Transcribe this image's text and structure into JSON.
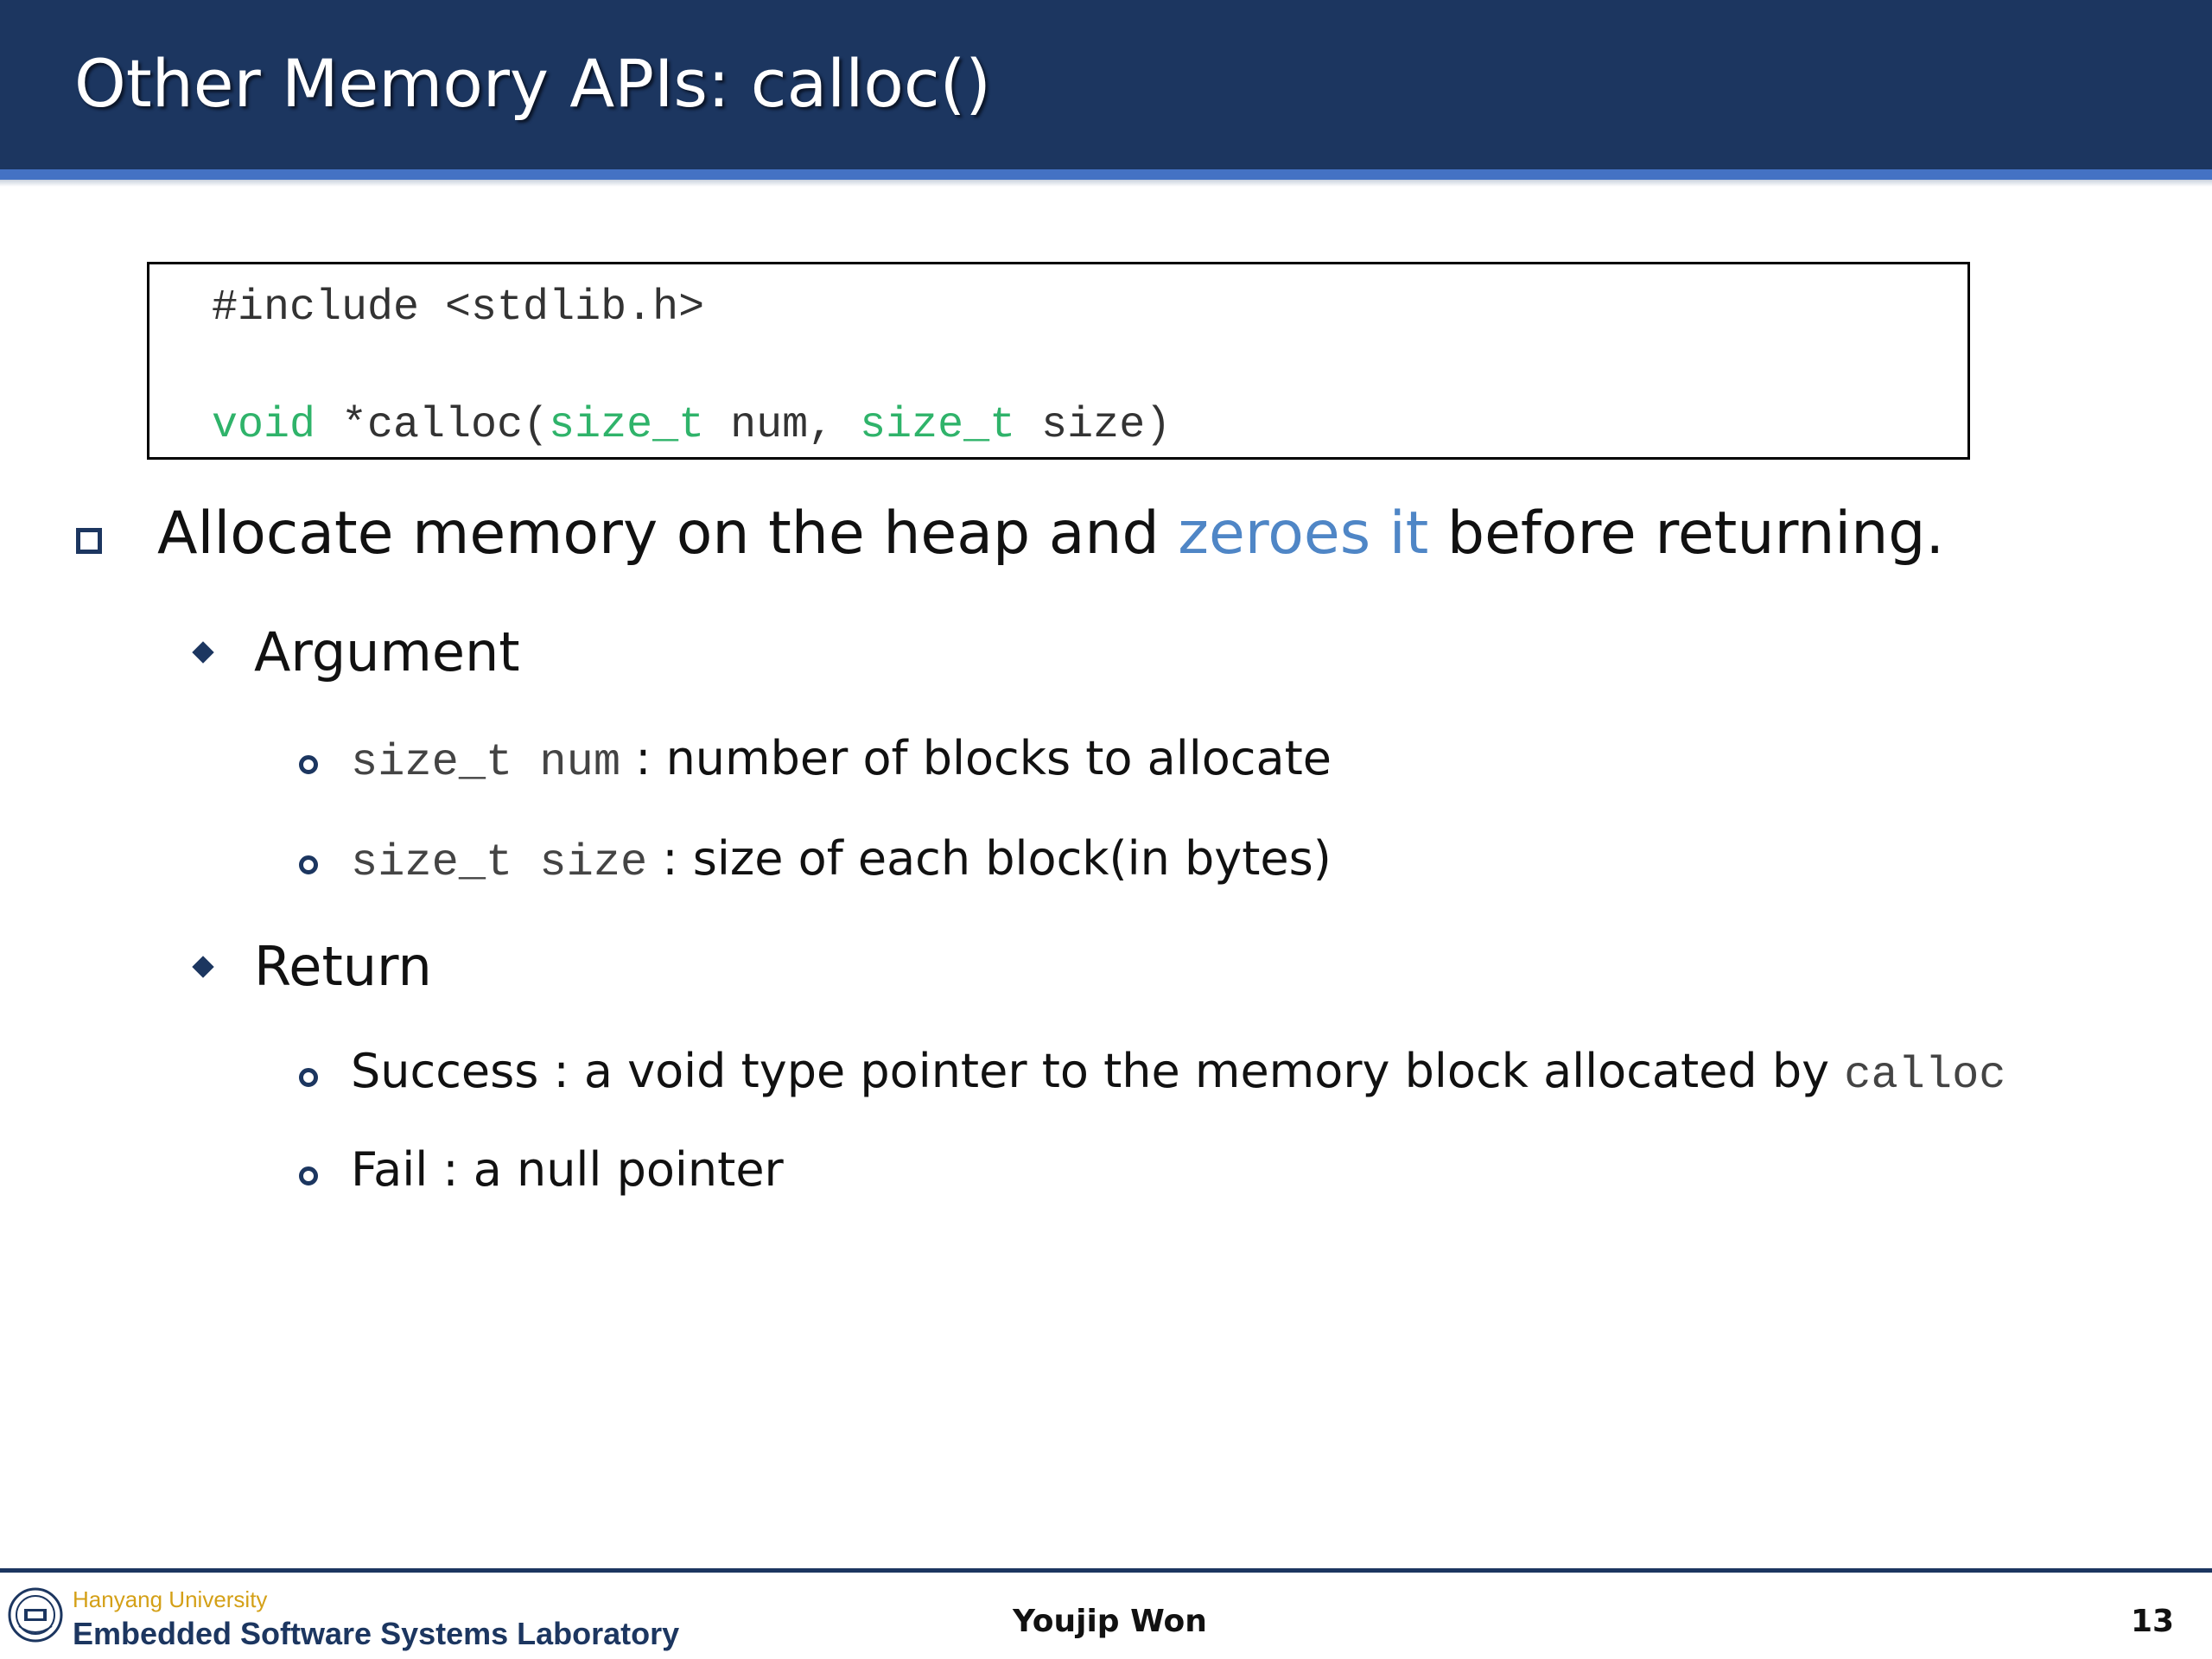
{
  "slide": {
    "title": "Other Memory APIs: calloc()"
  },
  "code": {
    "line1": "#include <stdlib.h>",
    "line2_kw1": "void",
    "line2_a": " *calloc(",
    "line2_kw2": "size_t",
    "line2_b": " num, ",
    "line2_kw3": "size_t",
    "line2_c": " size)"
  },
  "bullets": {
    "main_pre": "Allocate memory on the heap and ",
    "main_accent": "zeroes it",
    "main_post": " before returning.",
    "argument": {
      "heading": "Argument",
      "item1_code": "size_t num",
      "item1_text": " : number of blocks to allocate",
      "item2_code": "size_t size",
      "item2_text": " : size of each block(in bytes)"
    },
    "return": {
      "heading": "Return",
      "success_text": "Success :  a void type pointer to the memory block allocated by ",
      "success_code": "calloc",
      "fail_text": "Fail : a null pointer"
    }
  },
  "footer": {
    "university": "Hanyang University",
    "lab": "Embedded Software Systems Laboratory",
    "author": "Youjip Won",
    "page": "13"
  },
  "colors": {
    "title_bar": "#1c3660",
    "accent_text": "#4f86c6",
    "code_keyword": "#2fb36a",
    "university_text": "#d4a017"
  },
  "icons": {
    "main_bullet": "hollow-square-bullet",
    "level2_bullet": "diamond-bullet",
    "level3_bullet": "hollow-circle-bullet",
    "logo": "university-seal-icon"
  }
}
